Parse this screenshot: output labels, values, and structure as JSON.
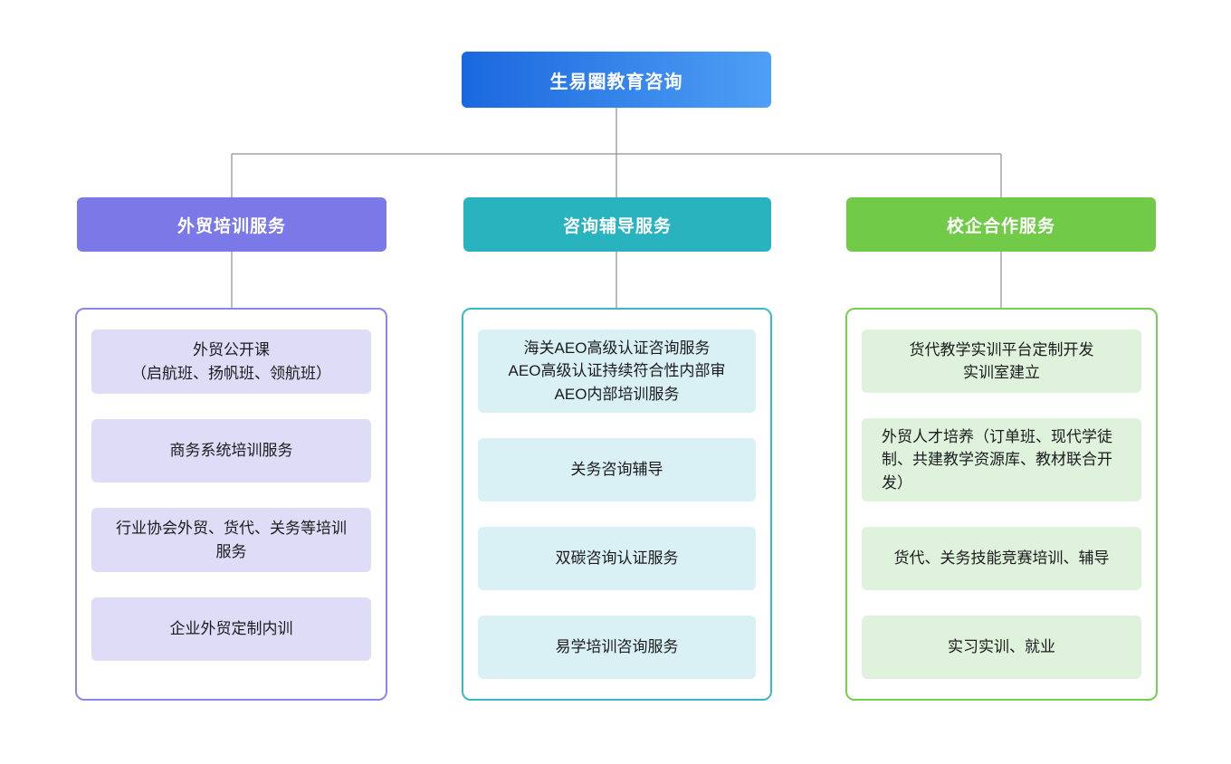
{
  "root": {
    "label": "生易圈教育咨询",
    "bg_gradient_from": "#1a68df",
    "bg_gradient_to": "#4f9ff5",
    "text_color": "#ffffff"
  },
  "connector_color": "#8f8f8f",
  "branches": [
    {
      "id": "trade-training",
      "label": "外贸培训服务",
      "header_bg": "#7b79e8",
      "border_color": "#8a88ec",
      "item_bg": "#dedcf7",
      "items": [
        "外贸公开课\n（启航班、扬帆班、领航班）",
        "商务系统培训服务",
        "行业协会外贸、货代、关务等培训服务",
        "企业外贸定制内训"
      ]
    },
    {
      "id": "consulting-coaching",
      "label": "咨询辅导服务",
      "header_bg": "#29b3bf",
      "border_color": "#3ab9c4",
      "item_bg": "#d9f0f5",
      "items": [
        "海关AEO高级认证咨询服务\nAEO高级认证持续符合性内部审\nAEO内部培训服务",
        "关务咨询辅导",
        "双碳咨询认证服务",
        "易学培训咨询服务"
      ]
    },
    {
      "id": "school-enterprise",
      "label": "校企合作服务",
      "header_bg": "#71cb48",
      "border_color": "#77ce50",
      "item_bg": "#def2dc",
      "items": [
        "货代教学实训平台定制开发\n实训室建立",
        "外贸人才培养（订单班、现代学徒制、共建教学资源库、教材联合开发）",
        "货代、关务技能竞赛培训、辅导",
        "实习实训、就业"
      ]
    }
  ]
}
